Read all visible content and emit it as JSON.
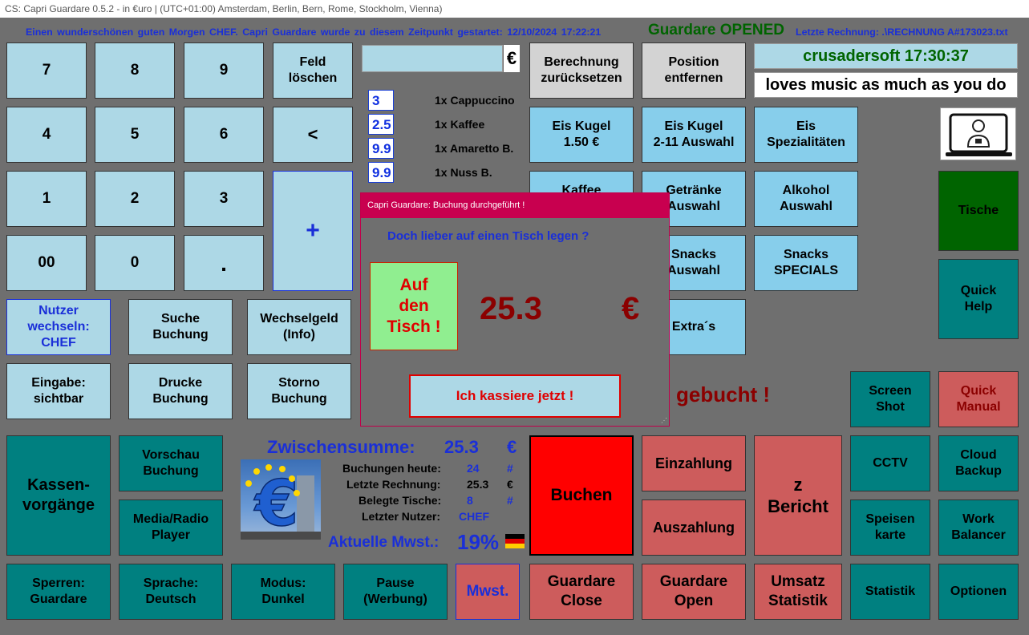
{
  "window": {
    "title": "CS: Capri Guardare 0.5.2 - in €uro  |  (UTC+01:00) Amsterdam, Berlin, Bern, Rome, Stockholm, Vienna)"
  },
  "header": {
    "greeting": "Einen wunderschönen guten Morgen CHEF. Capri Guardare wurde zu diesem Zeitpunkt gestartet:  12/10/2024 17:22:21",
    "status": "Guardare OPENED",
    "last_invoice": "Letzte Rechnung: .\\RECHNUNG A#173023.txt"
  },
  "keypad": {
    "k7": "7",
    "k8": "8",
    "k9": "9",
    "clear": "Feld\nlöschen",
    "k4": "4",
    "k5": "5",
    "k6": "6",
    "back": "<",
    "k1": "1",
    "k2": "2",
    "k3": "3",
    "plus": "+",
    "k00": "00",
    "k0": "0",
    "dot": "."
  },
  "input": {
    "value": "",
    "currency": "€"
  },
  "items": [
    {
      "price": "3",
      "label": "1x Cappuccino"
    },
    {
      "price": "2.5",
      "label": "1x Kaffee"
    },
    {
      "price": "9.9",
      "label": "1x Amaretto B."
    },
    {
      "price": "9.9",
      "label": "1x Nuss B."
    }
  ],
  "buttons": {
    "reset": "Berechnung\nzurücksetzen",
    "remove": "Position\nentfernen",
    "eis_kugel": "Eis Kugel\n1.50 €",
    "eis_kugel_auswahl": "Eis Kugel\n2-11 Auswahl",
    "eis_spezial": "Eis\nSpezialitäten",
    "kaffee": "Kaffee",
    "getraenke": "Getränke\nAuswahl",
    "alkohol": "Alkohol\nAuswahl",
    "snacks": "Snacks\nAuswahl",
    "snacks_specials": "Snacks\nSPECIALS",
    "extras": "Extra´s",
    "tische": "Tische",
    "quick_help": "Quick\nHelp",
    "nutzer": "Nutzer\nwechseln:\nCHEF",
    "suche": "Suche\nBuchung",
    "wechselgeld": "Wechselgeld\n(Info)",
    "eingabe": "Eingabe:\nsichtbar",
    "drucke": "Drucke\nBuchung",
    "storno": "Storno\nBuchung",
    "screenshot": "Screen\nShot",
    "quick_manual": "Quick\nManual",
    "kassen": "Kassen-\nvorgänge",
    "vorschau": "Vorschau\nBuchung",
    "media": "Media/Radio\nPlayer",
    "buchen": "Buchen",
    "einzahlung": "Einzahlung",
    "auszahlung": "Auszahlung",
    "zbericht": "z\nBericht",
    "cctv": "CCTV",
    "cloud": "Cloud\nBackup",
    "speisen": "Speisen\nkarte",
    "work": "Work\nBalancer",
    "sperren": "Sperren:\nGuardare",
    "sprache": "Sprache:\nDeutsch",
    "modus": "Modus:\nDunkel",
    "pause": "Pause\n(Werbung)",
    "mwst": "Mwst.",
    "close": "Guardare\nClose",
    "open": "Guardare\nOpen",
    "umsatz": "Umsatz\nStatistik",
    "statistik": "Statistik",
    "optionen": "Optionen"
  },
  "clock": "crusadersoft 17:30:37",
  "slogan": "loves music as much as you do",
  "booked_text": "gebucht !",
  "summary": {
    "zw_label": "Zwischensumme:",
    "zw_value": "25.3",
    "zw_cur": "€",
    "rows": [
      {
        "label": "Buchungen heute:",
        "value": "24",
        "unit": "#"
      },
      {
        "label": "Letzte Rechnung:",
        "value": "25.3",
        "unit": "€"
      },
      {
        "label": "Belegte Tische:",
        "value": "8",
        "unit": "#"
      },
      {
        "label": "Letzter Nutzer:",
        "value": "CHEF",
        "unit": ""
      }
    ],
    "mwst_label": "Aktuelle Mwst.:",
    "mwst_value": "19%"
  },
  "dialog": {
    "title": "Capri Guardare: Buchung durchgeführt !",
    "question": "Doch lieber auf einen Tisch legen ?",
    "table_button": "Auf\nden\nTisch !",
    "amount": "25.3",
    "currency": "€",
    "pay_button": "Ich kassiere jetzt !"
  },
  "colors": {
    "light_blue": "#add8e6",
    "sky_blue": "#87ceeb",
    "teal": "#008080",
    "indian_red": "#cd5c5c",
    "dialog_title": "#c8004f"
  }
}
